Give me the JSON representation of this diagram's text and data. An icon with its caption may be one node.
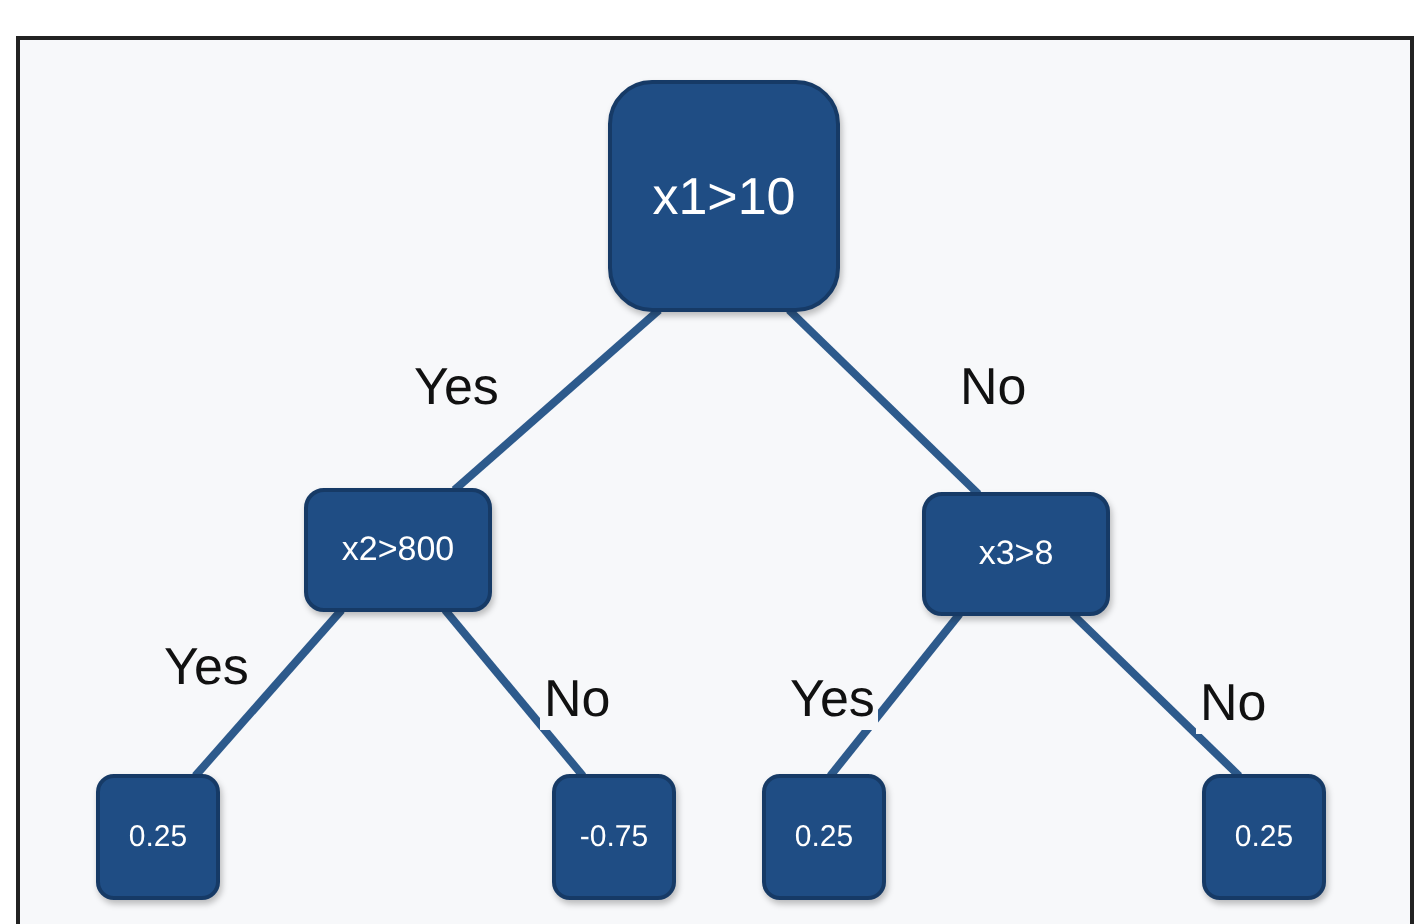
{
  "diagram": {
    "nodes": [
      {
        "text": [
          "x1>10"
        ]
      },
      {
        "text": [
          "x2>800"
        ]
      },
      {
        "text": [
          "x3>8"
        ]
      },
      {
        "text": [
          "0.25"
        ]
      },
      {
        "text": [
          "-0.75"
        ]
      },
      {
        "text": [
          "0.25"
        ]
      },
      {
        "text": [
          "0.25"
        ]
      }
    ],
    "edges": [
      {
        "from": 0,
        "to": 1,
        "arrow": "none",
        "label": "Yes"
      },
      {
        "from": 0,
        "to": 2,
        "arrow": "none",
        "label": "No"
      },
      {
        "from": 1,
        "to": 3,
        "arrow": "none",
        "label": "Yes"
      },
      {
        "from": 1,
        "to": 4,
        "arrow": "none",
        "label": "No"
      },
      {
        "from": 2,
        "to": 5,
        "arrow": "none",
        "label": "Yes"
      },
      {
        "from": 2,
        "to": 6,
        "arrow": "none",
        "label": "No"
      }
    ]
  }
}
